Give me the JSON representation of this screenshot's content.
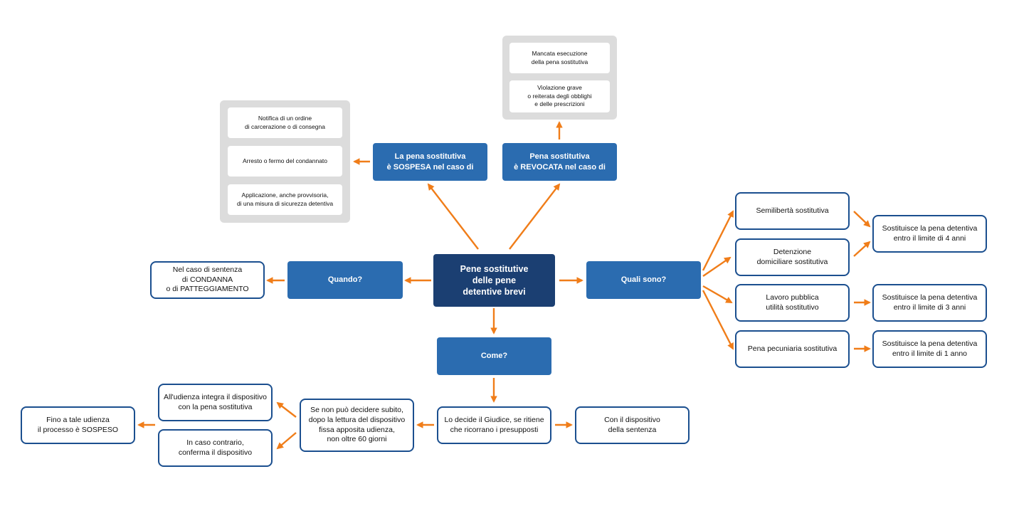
{
  "colors": {
    "arrow": "#f07d19",
    "center": "#1b3f72",
    "primary": "#2b6cb0",
    "outline": "#1b4f8f",
    "panel": "#dcdcdc"
  },
  "center": "Pene sostitutive\ndelle pene\ndetentive brevi",
  "when": {
    "label": "Quando?",
    "answer": "Nel caso di sentenza\ndi CONDANNA\no di PATTEGGIAMENTO"
  },
  "suspended": {
    "label": "La pena sostitutiva\nè SOSPESA nel caso di",
    "cases": [
      "Notifica di un ordine\ndi carcerazione o di consegna",
      "Arresto o fermo del condannato",
      "Applicazione, anche provvisoria,\ndi una misura di sicurezza detentiva"
    ]
  },
  "revoked": {
    "label": "Pena sostitutiva\nè REVOCATA nel caso di",
    "cases": [
      "Mancata esecuzione\ndella pena sostitutiva",
      "Violazione grave\no reiterata degli obblighi\ne delle prescrizioni"
    ]
  },
  "which": {
    "label": "Quali sono?",
    "types": [
      "Semilibertà sostitutiva",
      "Detenzione\ndomiciliare sostitutiva",
      "Lavoro pubblica\nutilità sostitutivo",
      "Pena pecuniaria sostitutiva"
    ],
    "limits": [
      "Sostituisce la pena detentiva\nentro il limite di 4 anni",
      "Sostituisce la pena detentiva\nentro il limite di 3 anni",
      "Sostituisce la pena detentiva\nentro il limite di 1 anno"
    ]
  },
  "how": {
    "label": "Come?",
    "judge": "Lo decide il Giudice, se ritiene\nche ricorrano i presupposti",
    "with_sentence": "Con il dispositivo\ndella sentenza",
    "hearing": "Se non può decidere subito,\ndopo la lettura del dispositivo\nfissa apposita udienza,\nnon oltre 60 giorni",
    "integrate": "All'udienza integra il dispositivo\ncon la pena sostitutiva",
    "confirm": "In caso contrario,\nconferma il dispositivo",
    "suspended_process": "Fino a tale udienza\nil processo è SOSPESO"
  }
}
